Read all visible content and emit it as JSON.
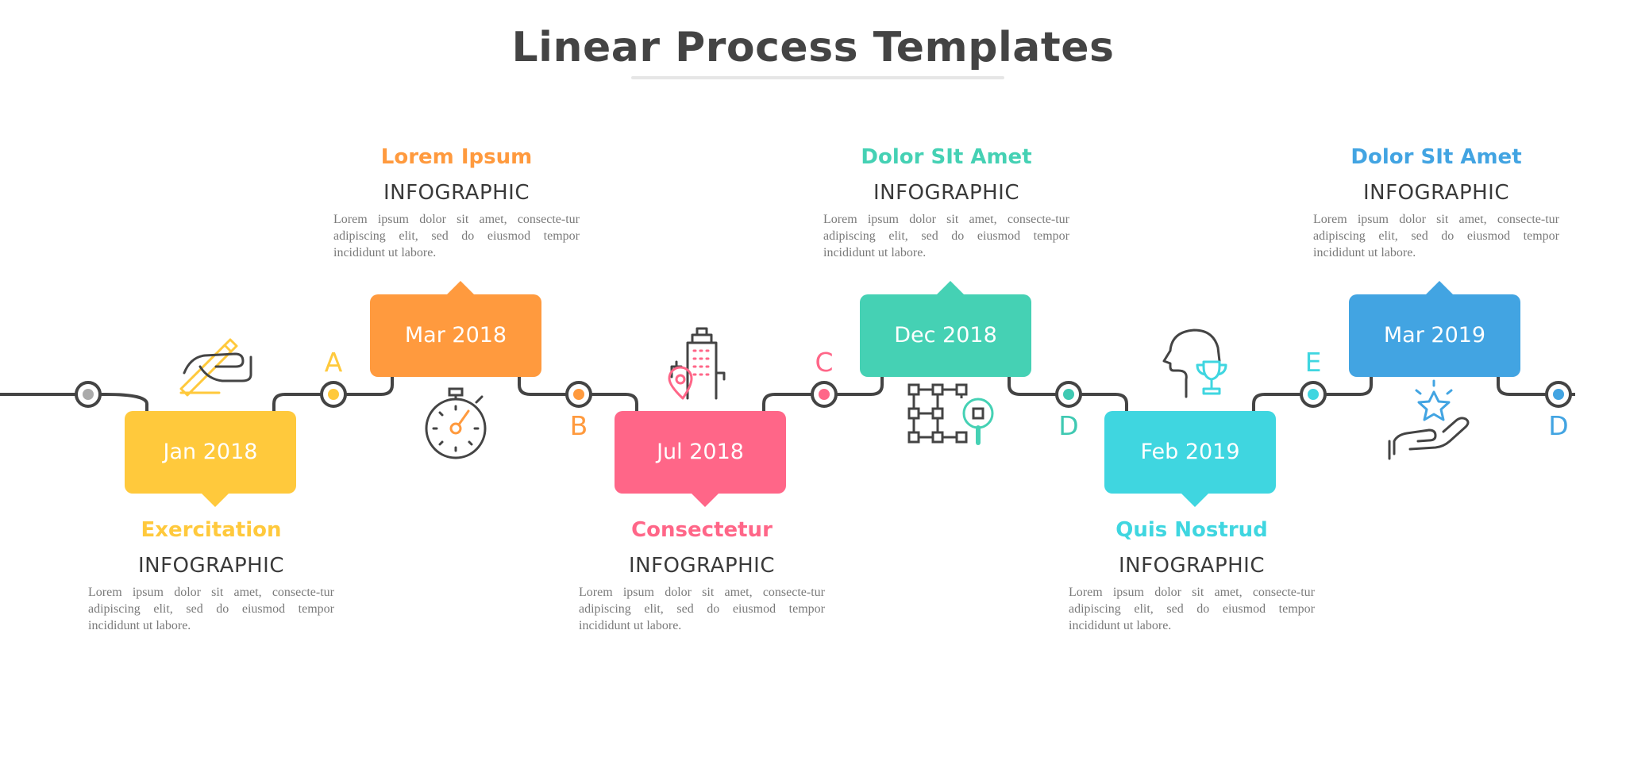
{
  "title": "Linear Process Templates",
  "steps": [
    {
      "date": "Jan 2018",
      "heading": "Exercitation",
      "subtitle": "INFOGRAPHIC",
      "description": "Lorem ipsum dolor sit amet, consecte-tur adipiscing elit, sed do eiusmod tempor incididunt ut labore.",
      "color": "#ffc93c",
      "icon": "hand-pencil-icon"
    },
    {
      "date": "Mar 2018",
      "heading": "Lorem Ipsum",
      "subtitle": "INFOGRAPHIC",
      "description": "Lorem ipsum dolor sit amet, consecte-tur adipiscing elit, sed do eiusmod tempor incididunt ut labore.",
      "color": "#ff9a3e",
      "icon": "stopwatch-icon"
    },
    {
      "date": "Jul 2018",
      "heading": "Consectetur",
      "subtitle": "INFOGRAPHIC",
      "description": "Lorem ipsum dolor sit amet, consecte-tur adipiscing elit, sed do eiusmod tempor incididunt ut labore.",
      "color": "#ff6688",
      "icon": "building-location-icon"
    },
    {
      "date": "Dec 2018",
      "heading": "Dolor SIt Amet",
      "subtitle": "INFOGRAPHIC",
      "description": "Lorem ipsum dolor sit amet, consecte-tur adipiscing elit, sed do eiusmod tempor incididunt ut labore.",
      "color": "#45d1b4",
      "icon": "grid-search-icon"
    },
    {
      "date": "Feb 2019",
      "heading": "Quis Nostrud",
      "subtitle": "INFOGRAPHIC",
      "description": "Lorem ipsum dolor sit amet, consecte-tur adipiscing elit, sed do eiusmod tempor incididunt ut labore.",
      "color": "#3fd6e0",
      "icon": "head-trophy-icon"
    },
    {
      "date": "Mar 2019",
      "heading": "Dolor SIt Amet",
      "subtitle": "INFOGRAPHIC",
      "description": "Lorem ipsum dolor sit amet, consecte-tur adipiscing elit, sed do eiusmod tempor incididunt ut labore.",
      "color": "#42a4e2",
      "icon": "hand-star-icon"
    }
  ],
  "markers": [
    {
      "letter": "A",
      "color": "#ffc93c"
    },
    {
      "letter": "B",
      "color": "#ff9a3e"
    },
    {
      "letter": "C",
      "color": "#ff6688"
    },
    {
      "letter": "D",
      "color": "#3fc9b2"
    },
    {
      "letter": "E",
      "color": "#3fd6e0"
    },
    {
      "letter": "D",
      "color": "#42a4e2"
    }
  ],
  "line_color": "#444444"
}
